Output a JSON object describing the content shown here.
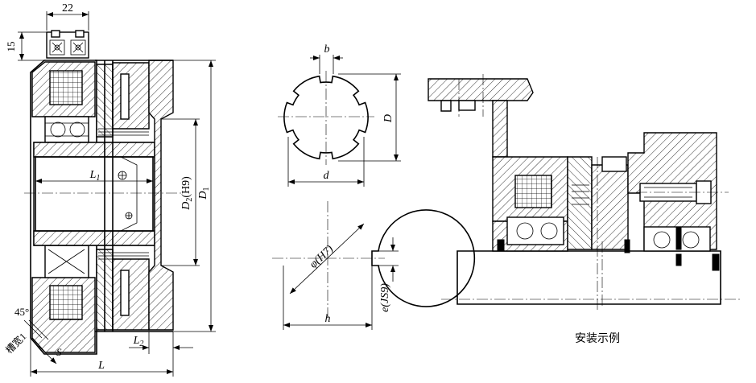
{
  "labels": {
    "dim_22": "22",
    "dim_15": "15",
    "dim_L1": "L",
    "dim_L1_sub": "1",
    "dim_D2": "D",
    "dim_D2_sub": "2",
    "dim_D2_tol": "(H9)",
    "dim_D1": "D",
    "dim_D1_sub": "1",
    "dim_L2": "L",
    "dim_L2_sub": "2",
    "dim_L": "L",
    "angle_45": "45°",
    "groove_width": "槽宽1",
    "dim_S": "S",
    "spline_b": "b",
    "spline_D": "D",
    "spline_d": "d",
    "bore_phi": "φ(H7)",
    "keyway_e": "e(JS9)",
    "bore_h": "h"
  },
  "caption": "安装示例"
}
